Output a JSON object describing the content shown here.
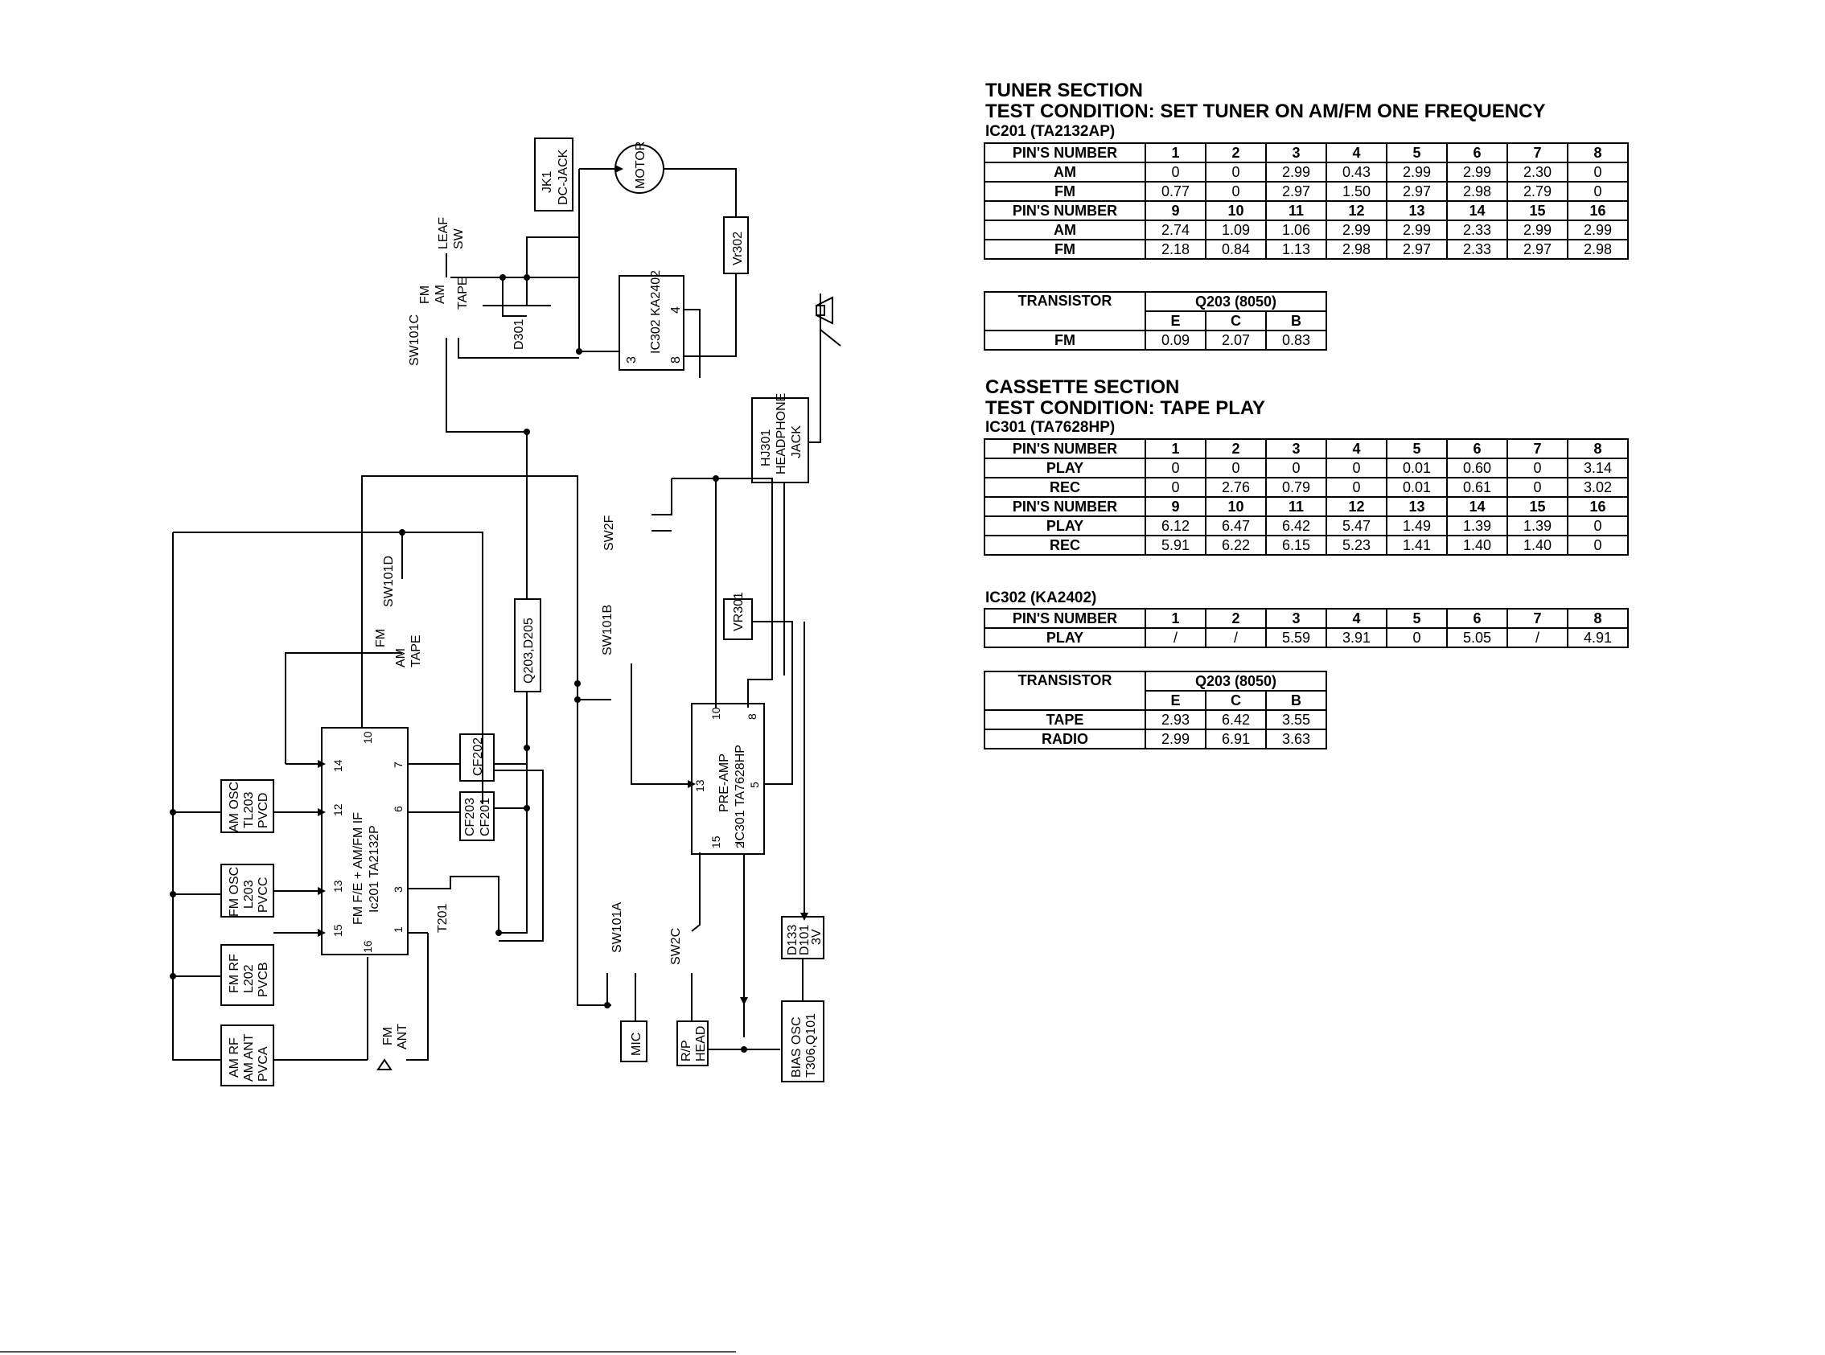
{
  "schematic": {
    "labels": {
      "jk1": "JK1",
      "dc_jack": "DC-JACK",
      "motor": "MOTOR",
      "vr302": "Vr302",
      "leaf": "LEAF",
      "sw": "SW",
      "fm": "FM",
      "am": "AM",
      "tape": "TAPE",
      "sw101c": "SW101C",
      "d301": "D301",
      "ic302": "IC302 KA2402",
      "pin3": "3",
      "pin4": "4",
      "pin8": "8",
      "hj301_a": "HJ301",
      "hj301_b": "HEADPHONE",
      "hj301_c": "JACK",
      "sw2f": "SW2F",
      "sw101d": "SW101D",
      "fm2": "FM",
      "am2": "AM",
      "tape2": "TAPE",
      "q203": "Q203,D205",
      "sw101b": "SW101B",
      "vr301": "VR301",
      "cf202": "CF202",
      "cf203": "CF203",
      "cf201": "CF201",
      "ic201_a": "FM F/E + AM/FM IF",
      "ic201_b": "Ic201 TA2132P",
      "p14": "14",
      "p12": "12",
      "p13": "13",
      "p15": "15",
      "p16": "16",
      "p10": "10",
      "p7": "7",
      "p6": "6",
      "p3": "3",
      "p1": "1",
      "t201": "T201",
      "preamp_a": "PRE-AMP",
      "preamp_b": "IC301 TA7628HP",
      "pa10": "10",
      "pa8": "8",
      "pa13": "13",
      "pa5": "5",
      "pa15": "15",
      "pa2": "2",
      "amosc_a": "AM OSC",
      "amosc_b": "TL203",
      "amosc_c": "PVCD",
      "fmosc_a": "FM OSC",
      "fmosc_b": "L203",
      "fmosc_c": "PVCC",
      "fmrf_a": "FM RF",
      "fmrf_b": "L202",
      "fmrf_c": "PVCB",
      "amrf_a": "AM RF",
      "amrf_b": "AM ANT",
      "amrf_c": "PVCA",
      "fm_ant_a": "FM",
      "fm_ant_b": "ANT",
      "sw101a": "SW101A",
      "sw2c": "SW2C",
      "mic": "MIC",
      "rp_a": "R/P",
      "rp_b": "HEAD",
      "d133_a": "D133",
      "d133_b": "D101",
      "d133_c": "3V",
      "bias_a": "BIAS OSC",
      "bias_b": "T306,Q101"
    }
  },
  "tuner": {
    "heading1": "TUNER SECTION",
    "heading2": "TEST CONDITION: SET TUNER ON AM/FM ONE FREQUENCY",
    "ic_label": "IC201 (TA2132AP)",
    "rows": [
      {
        "label": "PIN'S NUMBER",
        "header": true,
        "values": [
          "1",
          "2",
          "3",
          "4",
          "5",
          "6",
          "7",
          "8"
        ]
      },
      {
        "label": "AM",
        "header": false,
        "values": [
          "0",
          "0",
          "2.99",
          "0.43",
          "2.99",
          "2.99",
          "2.30",
          "0"
        ]
      },
      {
        "label": "FM",
        "header": false,
        "values": [
          "0.77",
          "0",
          "2.97",
          "1.50",
          "2.97",
          "2.98",
          "2.79",
          "0"
        ]
      },
      {
        "label": "PIN'S NUMBER",
        "header": true,
        "values": [
          "9",
          "10",
          "11",
          "12",
          "13",
          "14",
          "15",
          "16"
        ]
      },
      {
        "label": "AM",
        "header": false,
        "values": [
          "2.74",
          "1.09",
          "1.06",
          "2.99",
          "2.99",
          "2.33",
          "2.99",
          "2.99"
        ]
      },
      {
        "label": "FM",
        "header": false,
        "values": [
          "2.18",
          "0.84",
          "1.13",
          "2.98",
          "2.97",
          "2.33",
          "2.97",
          "2.98"
        ]
      }
    ],
    "transistor": {
      "label": "TRANSISTOR",
      "device": "Q203 (8050)",
      "cols": [
        "E",
        "C",
        "B"
      ],
      "rows": [
        {
          "label": "FM",
          "values": [
            "0.09",
            "2.07",
            "0.83"
          ]
        }
      ]
    }
  },
  "cassette": {
    "heading1": "CASSETTE SECTION",
    "heading2": "TEST CONDITION: TAPE PLAY",
    "ic301_label": "IC301 (TA7628HP)",
    "ic301_rows": [
      {
        "label": "PIN'S NUMBER",
        "header": true,
        "values": [
          "1",
          "2",
          "3",
          "4",
          "5",
          "6",
          "7",
          "8"
        ]
      },
      {
        "label": "PLAY",
        "header": false,
        "values": [
          "0",
          "0",
          "0",
          "0",
          "0.01",
          "0.60",
          "0",
          "3.14"
        ]
      },
      {
        "label": "REC",
        "header": false,
        "values": [
          "0",
          "2.76",
          "0.79",
          "0",
          "0.01",
          "0.61",
          "0",
          "3.02"
        ]
      },
      {
        "label": "PIN'S NUMBER",
        "header": true,
        "values": [
          "9",
          "10",
          "11",
          "12",
          "13",
          "14",
          "15",
          "16"
        ]
      },
      {
        "label": "PLAY",
        "header": false,
        "values": [
          "6.12",
          "6.47",
          "6.42",
          "5.47",
          "1.49",
          "1.39",
          "1.39",
          "0"
        ]
      },
      {
        "label": "REC",
        "header": false,
        "values": [
          "5.91",
          "6.22",
          "6.15",
          "5.23",
          "1.41",
          "1.40",
          "1.40",
          "0"
        ]
      }
    ],
    "ic302_label": "IC302 (KA2402)",
    "ic302_rows": [
      {
        "label": "PIN'S NUMBER",
        "header": true,
        "values": [
          "1",
          "2",
          "3",
          "4",
          "5",
          "6",
          "7",
          "8"
        ]
      },
      {
        "label": "PLAY",
        "header": false,
        "values": [
          "/",
          "/",
          "5.59",
          "3.91",
          "0",
          "5.05",
          "/",
          "4.91"
        ]
      }
    ],
    "transistor": {
      "label": "TRANSISTOR",
      "device": "Q203 (8050)",
      "cols": [
        "E",
        "C",
        "B"
      ],
      "rows": [
        {
          "label": "TAPE",
          "values": [
            "2.93",
            "6.42",
            "3.55"
          ]
        },
        {
          "label": "RADIO",
          "values": [
            "2.99",
            "6.91",
            "3.63"
          ]
        }
      ]
    }
  }
}
